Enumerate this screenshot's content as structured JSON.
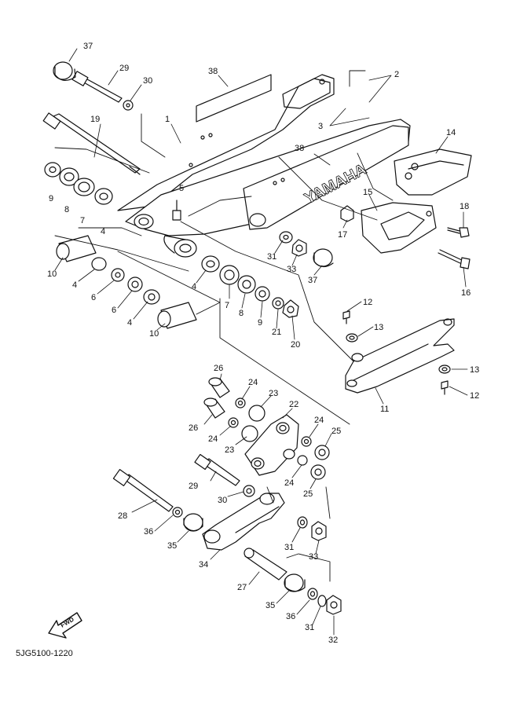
{
  "brand_text": "YAMAHA",
  "fwd_label": "FWD",
  "document_code": "5JG5100-1220",
  "callouts": [
    "37",
    "29",
    "30",
    "38",
    "1",
    "2",
    "19",
    "3",
    "38",
    "14",
    "9",
    "8",
    "7",
    "4",
    "5",
    "15",
    "18",
    "17",
    "31",
    "33",
    "37",
    "16",
    "10",
    "4",
    "6",
    "6",
    "4",
    "10",
    "7",
    "4",
    "8",
    "9",
    "21",
    "20",
    "12",
    "13",
    "13",
    "11",
    "12",
    "26",
    "24",
    "23",
    "22",
    "26",
    "24",
    "23",
    "24",
    "25",
    "29",
    "24",
    "25",
    "30",
    "28",
    "36",
    "35",
    "31",
    "33",
    "34",
    "27",
    "35",
    "36",
    "31",
    "32"
  ]
}
